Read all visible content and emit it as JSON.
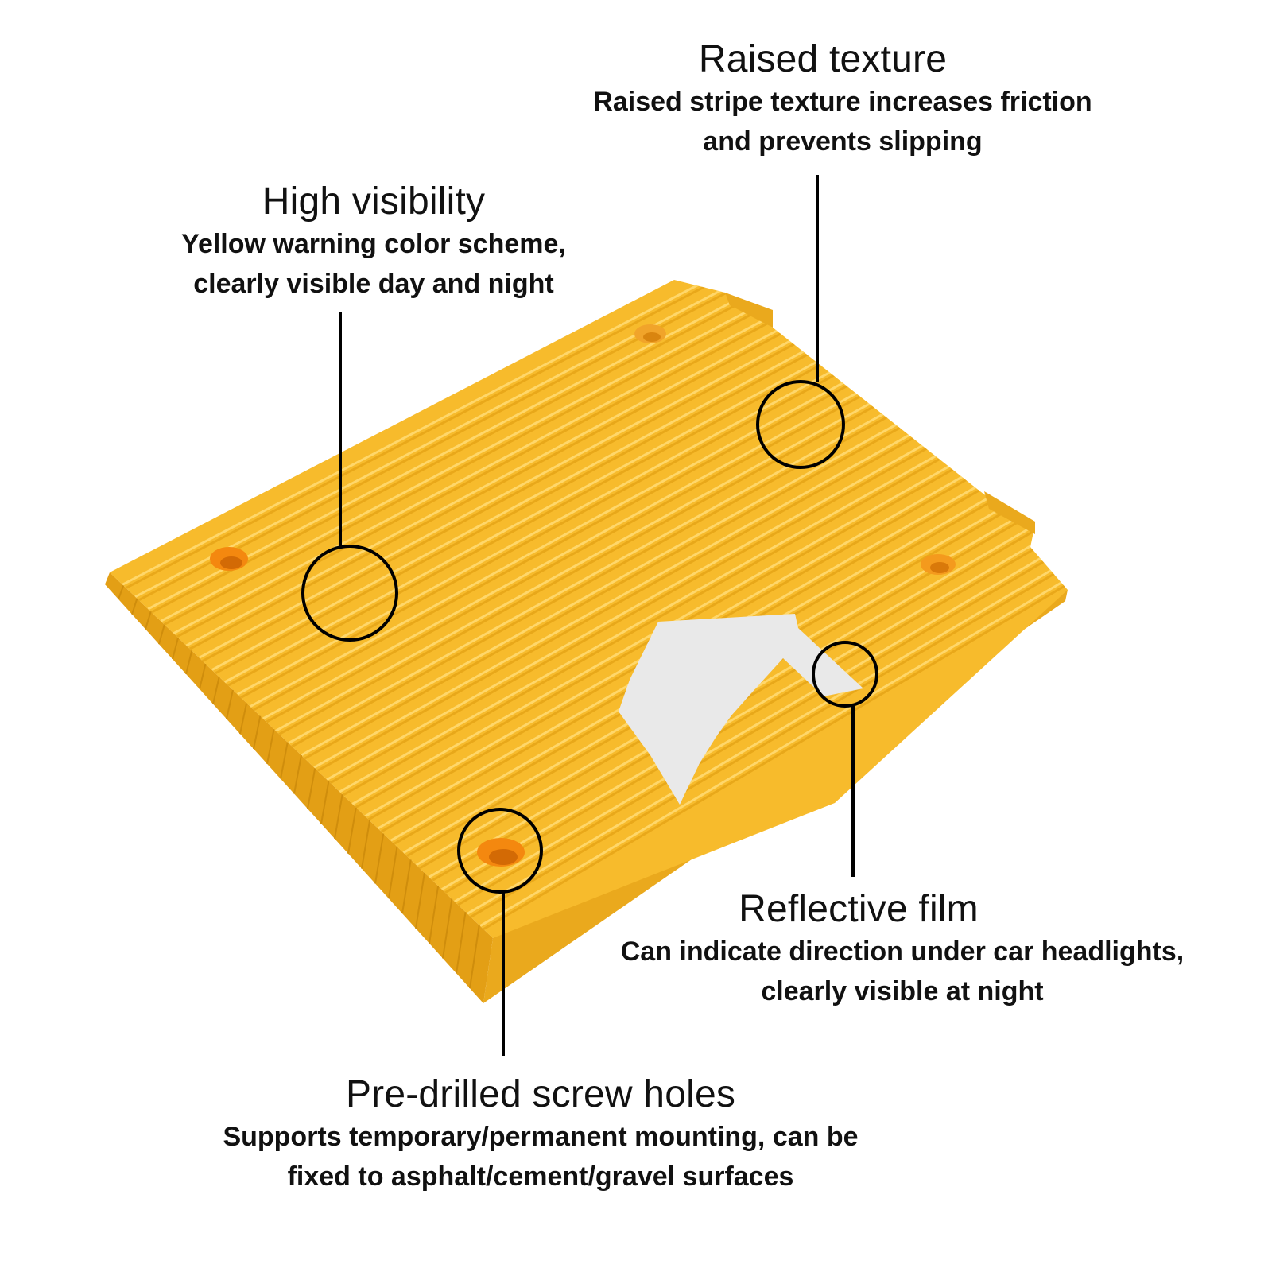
{
  "features": {
    "high_visibility": {
      "title": "High visibility",
      "description_lines": [
        "Yellow warning color scheme,",
        "clearly visible day and night"
      ]
    },
    "raised_texture": {
      "title": "Raised texture",
      "description_lines": [
        "Raised stripe texture increases friction",
        "and prevents slipping"
      ]
    },
    "reflective_film": {
      "title": "Reflective film",
      "description_lines": [
        "Can indicate direction under car headlights,",
        "clearly visible at night"
      ]
    },
    "screw_holes": {
      "title": "Pre-drilled screw holes",
      "description_lines": [
        "Supports temporary/permanent mounting, can be",
        "fixed to asphalt/cement/gravel surfaces"
      ]
    }
  },
  "colors": {
    "ramp_yellow": "#f7bb2c",
    "ramp_edge": "#e4a214",
    "ridge_highlight": "#ffd76a",
    "reflective_film": "#e9e9e9",
    "screw_hole": "#f4880f",
    "callout_stroke": "#000000",
    "text": "#111111"
  }
}
